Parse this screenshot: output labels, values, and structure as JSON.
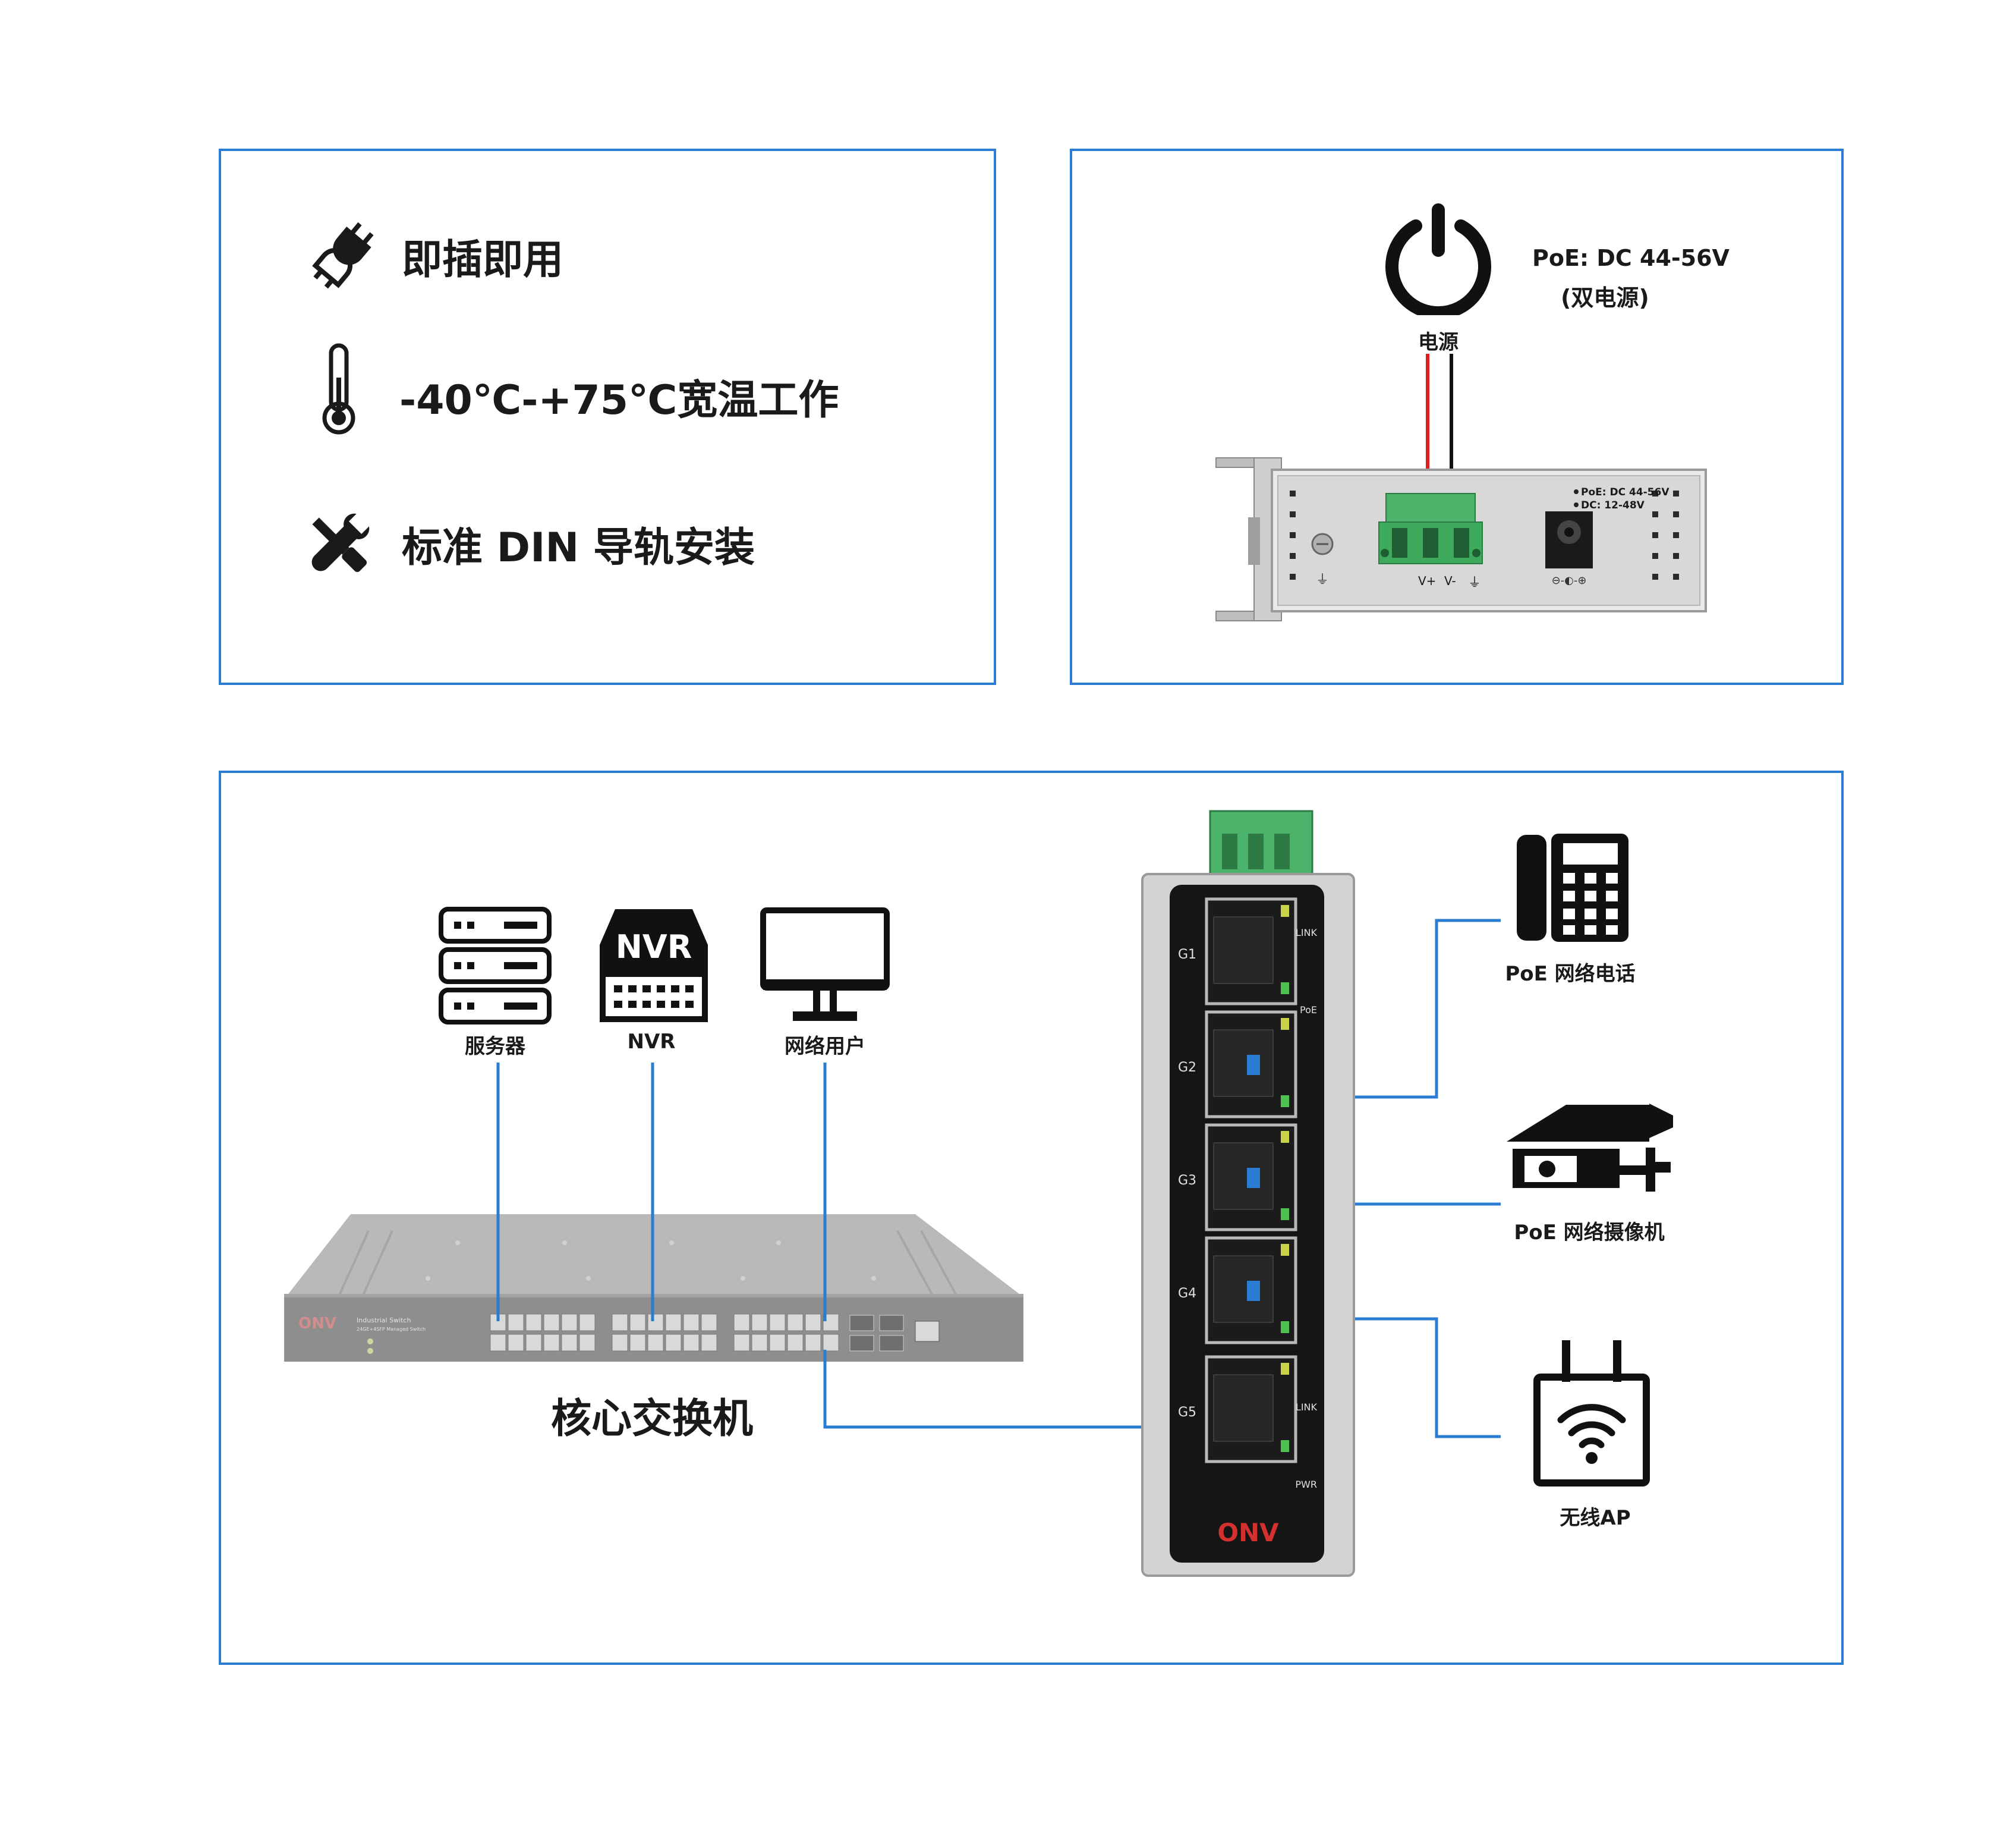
{
  "features": [
    {
      "icon": "plug-icon",
      "text": "即插即用"
    },
    {
      "icon": "thermometer-icon",
      "text": "-40℃-+75℃宽温工作"
    },
    {
      "icon": "tools-icon",
      "text": "标准 DIN 导轨安装"
    }
  ],
  "power": {
    "label": "电源",
    "spec_line1": "PoE: DC 44-56V",
    "spec_line2": "(双电源)",
    "panel_label1": "PoE: DC 44-56V",
    "panel_label2": "DC: 12-48V",
    "terminal_labels": [
      "V+",
      "V-",
      "⏚"
    ]
  },
  "topology": {
    "devices_top": [
      {
        "icon": "server-icon",
        "label": "服务器"
      },
      {
        "icon": "nvr-icon",
        "label": "NVR",
        "icon_text": "NVR"
      },
      {
        "icon": "monitor-icon",
        "label": "网络用户"
      }
    ],
    "core_switch": {
      "label": "核心交换机",
      "brand": "ONV",
      "model_line1": "Industrial Switch",
      "model_line2": "24GE+4SFP Managed Switch"
    },
    "edge_switch": {
      "brand": "ONV",
      "ports": [
        "G1",
        "G2",
        "G3",
        "G4",
        "G5"
      ],
      "indicators": [
        "LINK",
        "PoE",
        "LINK",
        "PWR"
      ]
    },
    "devices_right": [
      {
        "icon": "phone-icon",
        "label": "PoE 网络电话"
      },
      {
        "icon": "camera-icon",
        "label": "PoE 网络摄像机"
      },
      {
        "icon": "wireless-ap-icon",
        "label": "无线AP"
      }
    ]
  },
  "colors": {
    "border": "#2b7cd3",
    "link": "#2b7cd3",
    "terminal": "#3daa5c",
    "wire_red": "#e02020",
    "wire_black": "#111111"
  }
}
